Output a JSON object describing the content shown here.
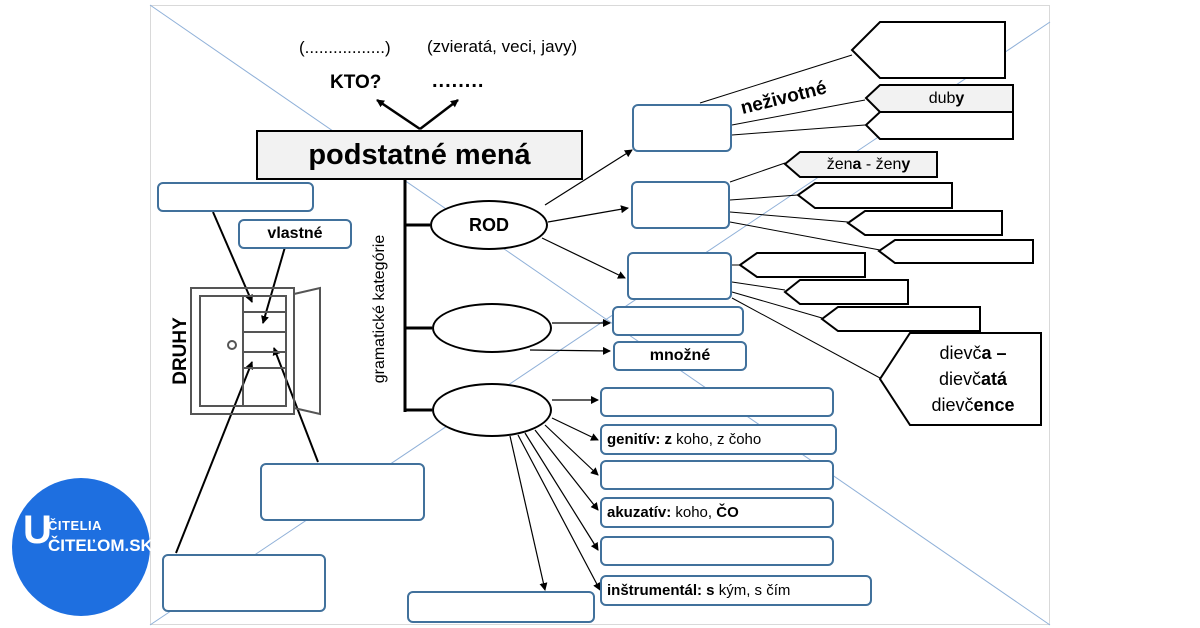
{
  "top_left_dots": "(.................)",
  "top_examples": "(zvieratá, veci, javy)",
  "kto": "KTO?",
  "dots_right": "........",
  "title": "podstatné mená",
  "vlastne": "vlastné",
  "druhy": "DRUHY",
  "gram_kategorie": "gramatické kategórie",
  "rod": "ROD",
  "nezivotne": "neživotné",
  "duby_pre": "dub",
  "duby_bold": "y",
  "zena_a": "žen",
  "zena_b": "a",
  "zena_c": " - žen",
  "zena_d": "y",
  "dievca_1a": "dievč",
  "dievca_1b": "a",
  "dievca_1c": " –",
  "dievca_2a": "dievč",
  "dievca_2b": "atá",
  "dievca_3a": "dievč",
  "dievca_3b": "ence",
  "mnozne": "množné",
  "genitiv_bold": "genitív: z",
  "genitiv_rest": " koho, z čoho",
  "akuzativ_bold": "akuzatív:",
  "akuzativ_mid": " koho, ",
  "akuzativ_end": "ČO",
  "instr_bold": "inštrumentál: s",
  "instr_rest": " kým, s čím",
  "logo_line1": "ČITELIA",
  "logo_big": "U",
  "logo_line2": "ČITEĽOM.SK",
  "colors": {
    "box_border": "#41719c",
    "logo_bg": "#1e6fe0",
    "cross_lines": "#8fb0d8"
  }
}
